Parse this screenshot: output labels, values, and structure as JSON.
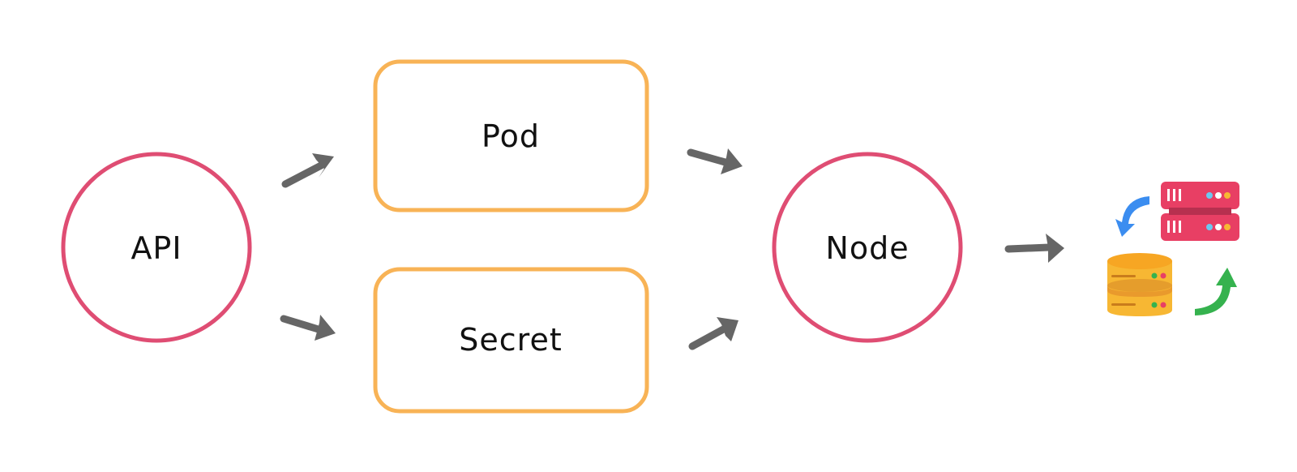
{
  "diagram": {
    "nodes": {
      "api": {
        "label": "API",
        "shape": "circle"
      },
      "pod": {
        "label": "Pod",
        "shape": "rounded-rect"
      },
      "secret": {
        "label": "Secret",
        "shape": "rounded-rect"
      },
      "node": {
        "label": "Node",
        "shape": "circle"
      },
      "storage": {
        "icon": "server-database-sync-icon"
      }
    },
    "edges": [
      {
        "from": "api",
        "to": "pod"
      },
      {
        "from": "api",
        "to": "secret"
      },
      {
        "from": "pod",
        "to": "node"
      },
      {
        "from": "secret",
        "to": "node"
      },
      {
        "from": "node",
        "to": "storage"
      }
    ]
  },
  "colors": {
    "circle_stroke": "#df4d73",
    "box_stroke": "#f8b356",
    "arrow": "#666666",
    "server_red": "#e83f64",
    "database_orange": "#f7b733",
    "sync_blue": "#3b8df0",
    "sync_green": "#35b24e"
  }
}
